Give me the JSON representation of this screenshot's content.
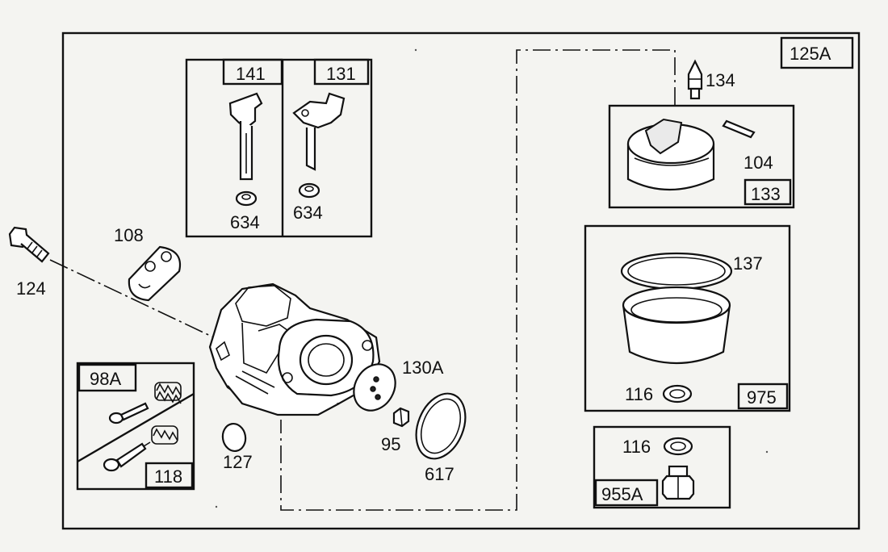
{
  "callouts": {
    "c125A": "125A",
    "c141": "141",
    "c131": "131",
    "c634a": "634",
    "c634b": "634",
    "c134": "134",
    "c104": "104",
    "c133": "133",
    "c108": "108",
    "c124": "124",
    "c137": "137",
    "c130A": "130A",
    "c98A": "98A",
    "c118": "118",
    "c127": "127",
    "c95": "95",
    "c617": "617",
    "c116a": "116",
    "c975": "975",
    "c116b": "116",
    "c955A": "955A"
  }
}
